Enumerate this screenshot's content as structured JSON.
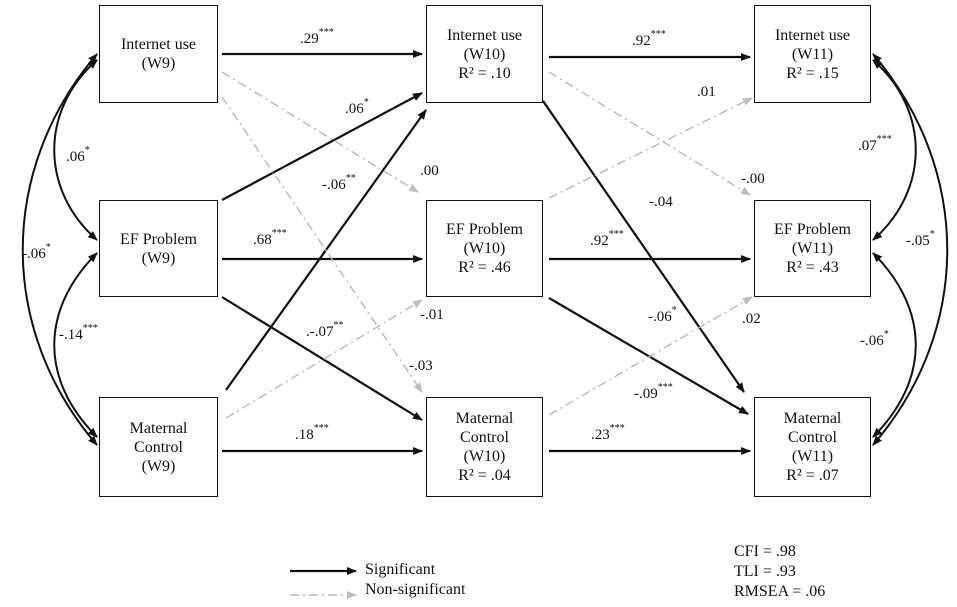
{
  "nodes": {
    "iu_w9": {
      "lines": [
        "Internet use",
        "(W9)"
      ]
    },
    "ef_w9": {
      "lines": [
        "EF Problem",
        "(W9)"
      ]
    },
    "mc_w9": {
      "lines": [
        "Maternal",
        "Control",
        "(W9)"
      ]
    },
    "iu_w10": {
      "lines": [
        "Internet use",
        "(W10)",
        "R² = .10"
      ]
    },
    "ef_w10": {
      "lines": [
        "EF Problem",
        "(W10)",
        "R² = .46"
      ]
    },
    "mc_w10": {
      "lines": [
        "Maternal",
        "Control",
        "(W10)",
        "R² = .04"
      ]
    },
    "iu_w11": {
      "lines": [
        "Internet use",
        "(W11)",
        "R² = .15"
      ]
    },
    "ef_w11": {
      "lines": [
        "EF Problem",
        "(W11)",
        "R² = .43"
      ]
    },
    "mc_w11": {
      "lines": [
        "Maternal",
        "Control",
        "(W11)",
        "R² = .07"
      ]
    }
  },
  "path_labels": {
    "iu9_iu10": {
      "value": ".29",
      "stars": "***"
    },
    "ef9_iu10": {
      "value": ".06",
      "stars": "*"
    },
    "mc9_iu10": {
      "value": "-.06",
      "stars": "**"
    },
    "iu9_ef10": {
      "value": ".00",
      "stars": ""
    },
    "ef9_ef10": {
      "value": ".68",
      "stars": "***"
    },
    "ef9_mc10": {
      "value": ".-.07",
      "stars": "**"
    },
    "mc9_ef10": {
      "value": "-.01",
      "stars": ""
    },
    "iu9_mc10": {
      "value": "-.03",
      "stars": ""
    },
    "mc9_mc10": {
      "value": ".18",
      "stars": "***"
    },
    "iu10_iu11": {
      "value": ".92",
      "stars": "***"
    },
    "ef10_iu11": {
      "value": ".01",
      "stars": ""
    },
    "iu10_ef11": {
      "value": "-.00",
      "stars": ""
    },
    "iu10_mc11": {
      "value": "-.04",
      "stars": ""
    },
    "ef10_ef11": {
      "value": ".92",
      "stars": "***"
    },
    "mc10_ef11": {
      "value": ".02",
      "stars": ""
    },
    "ef10_mc11": {
      "value": "-.06",
      "stars": "*"
    },
    "mc10_mc11a": {
      "value": "-.09",
      "stars": "***"
    },
    "mc10_mc11": {
      "value": ".23",
      "stars": "***"
    },
    "cov9_iu_ef": {
      "value": ".06",
      "stars": "*"
    },
    "cov9_ef_mc": {
      "value": "-.14",
      "stars": "***"
    },
    "cov9_iu_mc": {
      "value": "-.06",
      "stars": "*"
    },
    "cov11_iu_ef": {
      "value": ".07",
      "stars": "***"
    },
    "cov11_ef_mc": {
      "value": "-.06",
      "stars": "*"
    },
    "cov11_iu_mc": {
      "value": "-.05",
      "stars": "*"
    }
  },
  "legend": {
    "significant": "Significant",
    "non_significant": "Non-significant"
  },
  "fit": {
    "cfi": "CFI = .98",
    "tli": "TLI = .93",
    "rmsea": "RMSEA = .06"
  },
  "colors": {
    "significant": "#111111",
    "non_significant": "#b8b8b8"
  }
}
